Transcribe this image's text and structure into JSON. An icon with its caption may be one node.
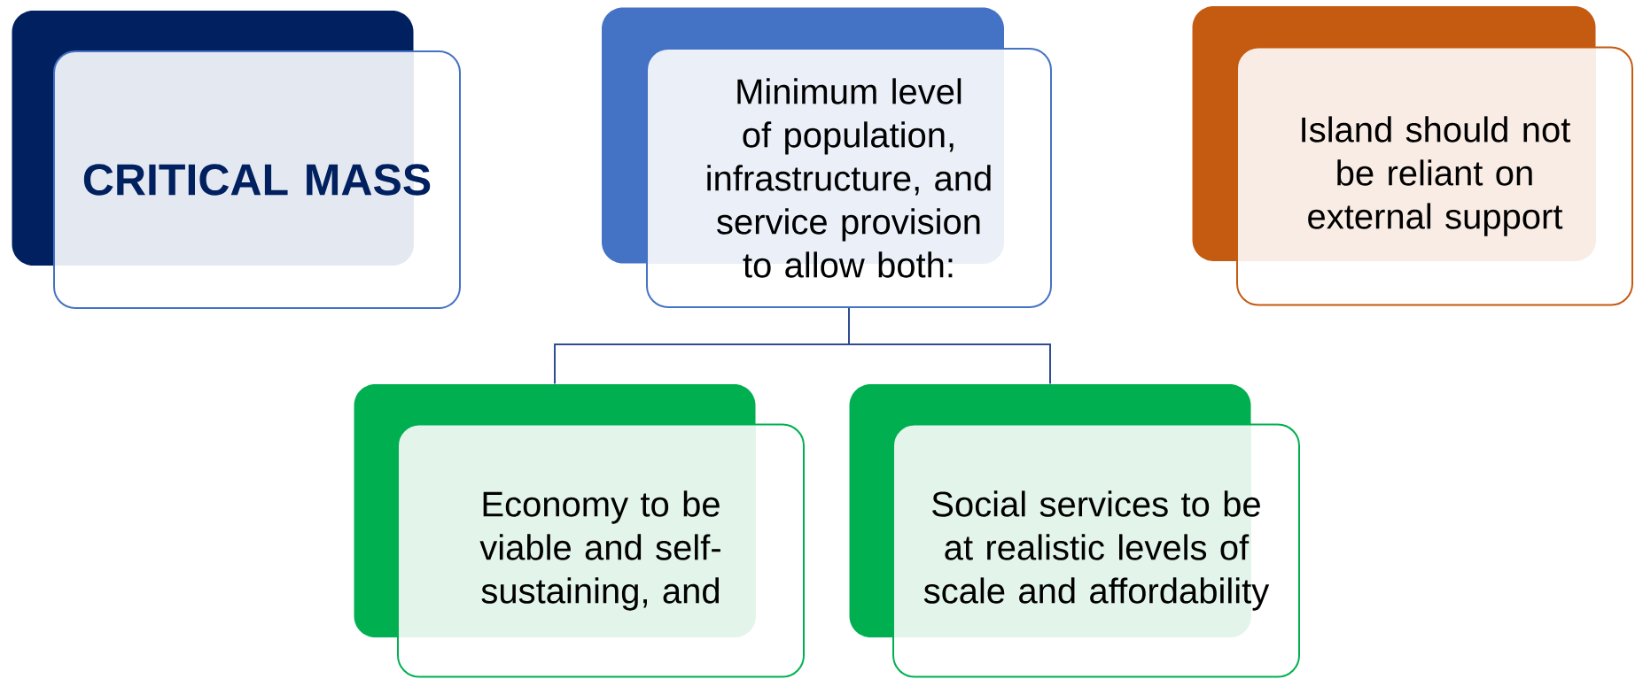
{
  "diagram": {
    "nodes": [
      {
        "text": [
          "CRITICAL MASS"
        ]
      },
      {
        "text": [
          "Minimum level of population, infrastructure, and service provision to allow both:"
        ]
      },
      {
        "text": [
          "Island should not be reliant on external support"
        ]
      },
      {
        "text": [
          "Economy to be viable and self-sustaining, and"
        ]
      },
      {
        "text": [
          "Social services to be at realistic levels of scale and affordability"
        ]
      }
    ],
    "edges": [
      {
        "from": 1,
        "to": 3,
        "arrow": "none"
      },
      {
        "from": 1,
        "to": 4,
        "arrow": "none"
      }
    ]
  }
}
